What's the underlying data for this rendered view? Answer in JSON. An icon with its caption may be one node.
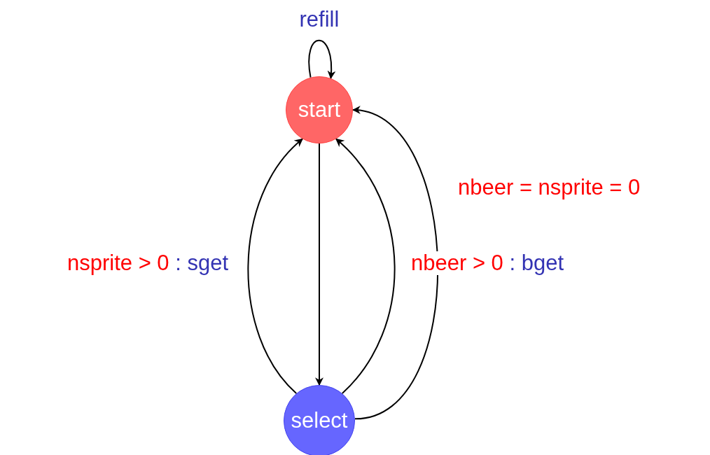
{
  "diagram": {
    "nodes": [
      {
        "text": [
          "start"
        ]
      },
      {
        "text": [
          "select"
        ]
      }
    ],
    "edges": [
      {
        "from": 0,
        "to": 0,
        "arrow": "to",
        "label": "refill"
      },
      {
        "from": 0,
        "to": 1,
        "arrow": "to"
      },
      {
        "from": 1,
        "to": 0,
        "arrow": "to",
        "label": "nsprite > 0 : sget"
      },
      {
        "from": 1,
        "to": 0,
        "arrow": "to",
        "label": "nbeer > 0 : bget"
      },
      {
        "from": 1,
        "to": 0,
        "arrow": "to",
        "label": "nbeer = nsprite = 0"
      }
    ]
  }
}
